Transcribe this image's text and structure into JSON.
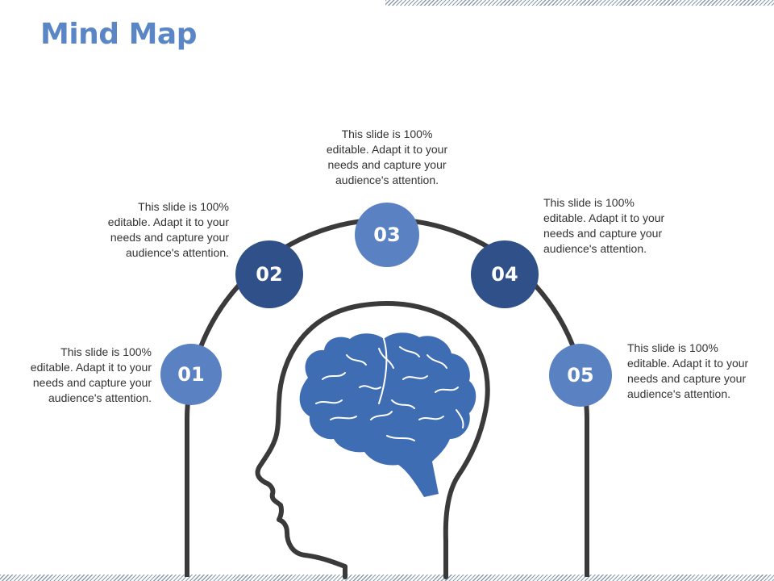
{
  "title": "Mind Map",
  "colors": {
    "light_node": "#5a82c2",
    "dark_node": "#2f5088",
    "brain": "#3f6db4",
    "outline": "#3a3a3a",
    "title": "#5a86c5"
  },
  "nodes": [
    {
      "label": "01",
      "text": "This slide is 100%\neditable. Adapt it to your\nneeds and capture your\naudience's attention."
    },
    {
      "label": "02",
      "text": "This slide is 100%\neditable. Adapt it to your\nneeds and capture your\naudience's attention."
    },
    {
      "label": "03",
      "text": "This slide is 100%\neditable. Adapt it to your\nneeds and capture your\naudience's attention."
    },
    {
      "label": "04",
      "text": "This slide is 100%\neditable. Adapt it to your\nneeds and capture your\naudience's attention."
    },
    {
      "label": "05",
      "text": "This slide is 100%\neditable. Adapt it to your\nneeds and capture your\naudience's attention."
    }
  ],
  "icons": {
    "head": "head-silhouette-icon",
    "brain": "brain-icon"
  }
}
